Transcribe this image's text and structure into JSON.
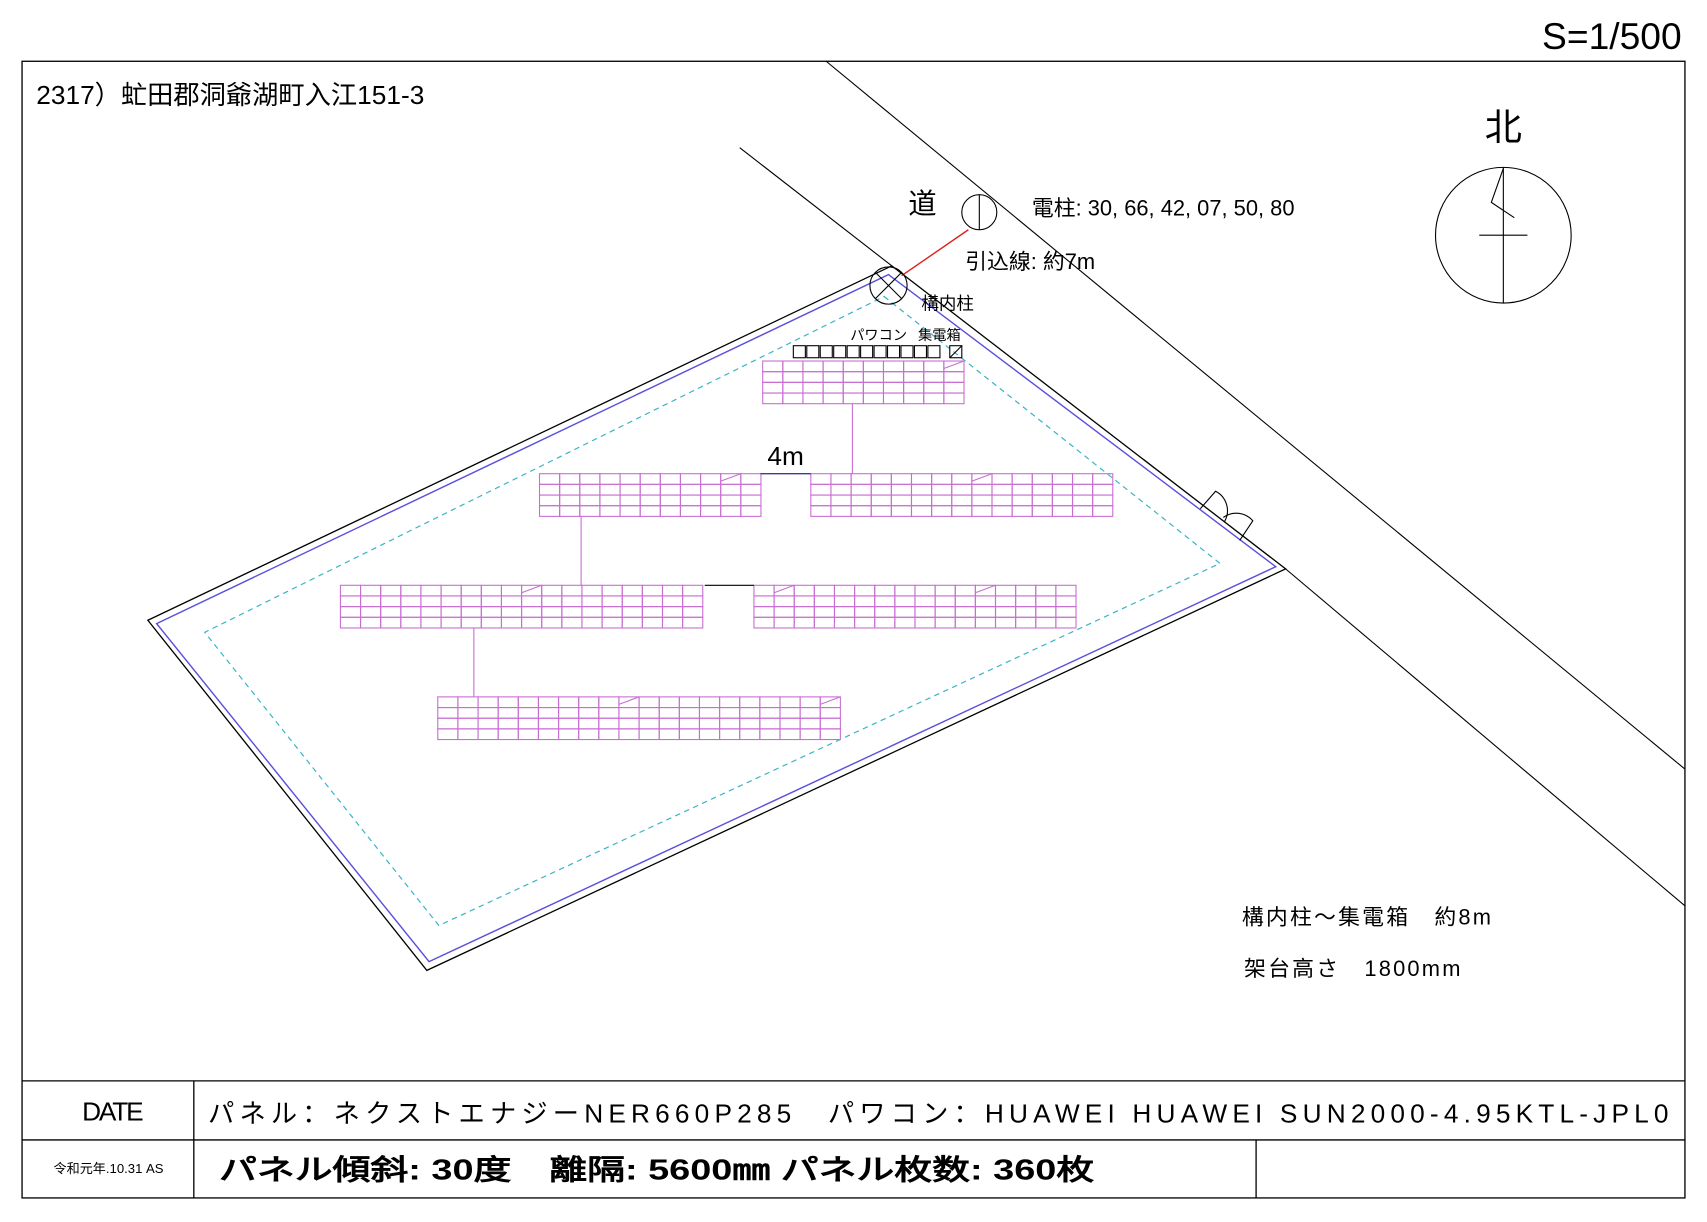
{
  "scale": "S=1/500",
  "address": "2317）虻田郡洞爺湖町入江151-3",
  "north_label": "北",
  "road_label": "道",
  "utility_pole": "電柱: 30, 66, 42, 07, 50, 80",
  "service_line": "引込線: 約7m",
  "premises_pole": "構内柱",
  "pcs_label": "パワコン",
  "junction_box_label": "集電箱",
  "pcs_count": 11,
  "spacing_label": "4m",
  "notes": [
    "構内柱～集電箱　約8m",
    "架台高さ　1800mm"
  ],
  "panel_arrays": [
    {
      "cols": 10,
      "rows": 4
    },
    {
      "cols": 11,
      "rows": 4
    },
    {
      "cols": 15,
      "rows": 4
    },
    {
      "cols": 18,
      "rows": 4
    },
    {
      "cols": 16,
      "rows": 4
    },
    {
      "cols": 20,
      "rows": 4
    }
  ],
  "title_block": {
    "date_label": "DATE",
    "date_value": "令和元年.10.31 AS",
    "spec_line1": "パネル：ネクストエナジーNER660P285　パワコン：HUAWEI HUAWEI SUN2000-4.95KTL-JPL0",
    "spec_line2": "パネル傾斜: 30度　離隔: 5600㎜ パネル枚数: 360枚"
  },
  "colors": {
    "panel": "#c86ed2",
    "boundary_inner": "#5a50dc",
    "setback": "#3cb4c8",
    "service_line": "#e02020"
  }
}
